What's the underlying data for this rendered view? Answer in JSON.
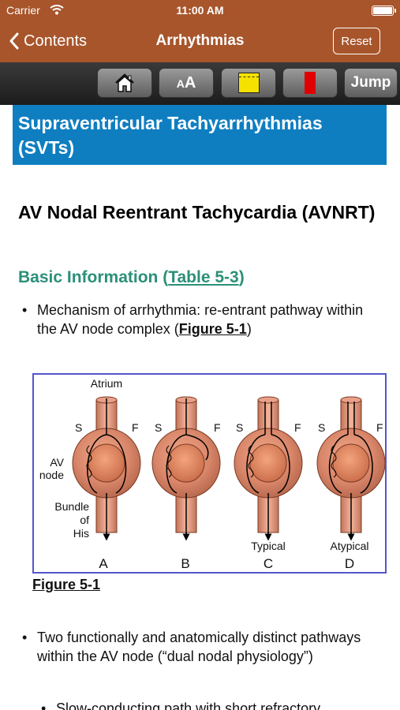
{
  "status_bar": {
    "carrier": "Carrier",
    "time": "11:00 AM"
  },
  "nav": {
    "back_label": "Contents",
    "title": "Arrhythmias",
    "reset_label": "Reset"
  },
  "toolbar": {
    "font_small": "A",
    "font_big": "A",
    "jump_label": "Jump"
  },
  "content": {
    "section_banner": "Supraventricular Tachyarrhythmias (SVTs)",
    "heading": "AV Nodal Reentrant Tachycardia (AVNRT)",
    "subheading_text": "Basic Information (",
    "subheading_link": "Table 5-3",
    "subheading_close": ")",
    "bullet1_text": "Mechanism of arrhythmia: re-entrant pathway within the AV node complex (",
    "bullet1_link": "Figure 5-1",
    "bullet1_close": ")",
    "figure": {
      "label_atrium": "Atrium",
      "label_s": "S",
      "label_f": "F",
      "label_av": "AV",
      "label_node": "node",
      "label_bundle": "Bundle",
      "label_of": "of",
      "label_his": "His",
      "label_typical": "Typical",
      "label_atypical": "Atypical",
      "panel_a": "A",
      "panel_b": "B",
      "panel_c": "C",
      "panel_d": "D"
    },
    "figure_caption": "Figure 5-1",
    "bullet2_text": "Two functionally and anatomically distinct pathways within the AV node (“dual nodal physiology”)",
    "bullet3_text": "Slow-conducting path with short refractory"
  },
  "colors": {
    "nav_bg": "#a8552b",
    "banner_bg": "#0f7ec1",
    "subheading": "#2b8f79",
    "figure_border": "#5555cc"
  }
}
